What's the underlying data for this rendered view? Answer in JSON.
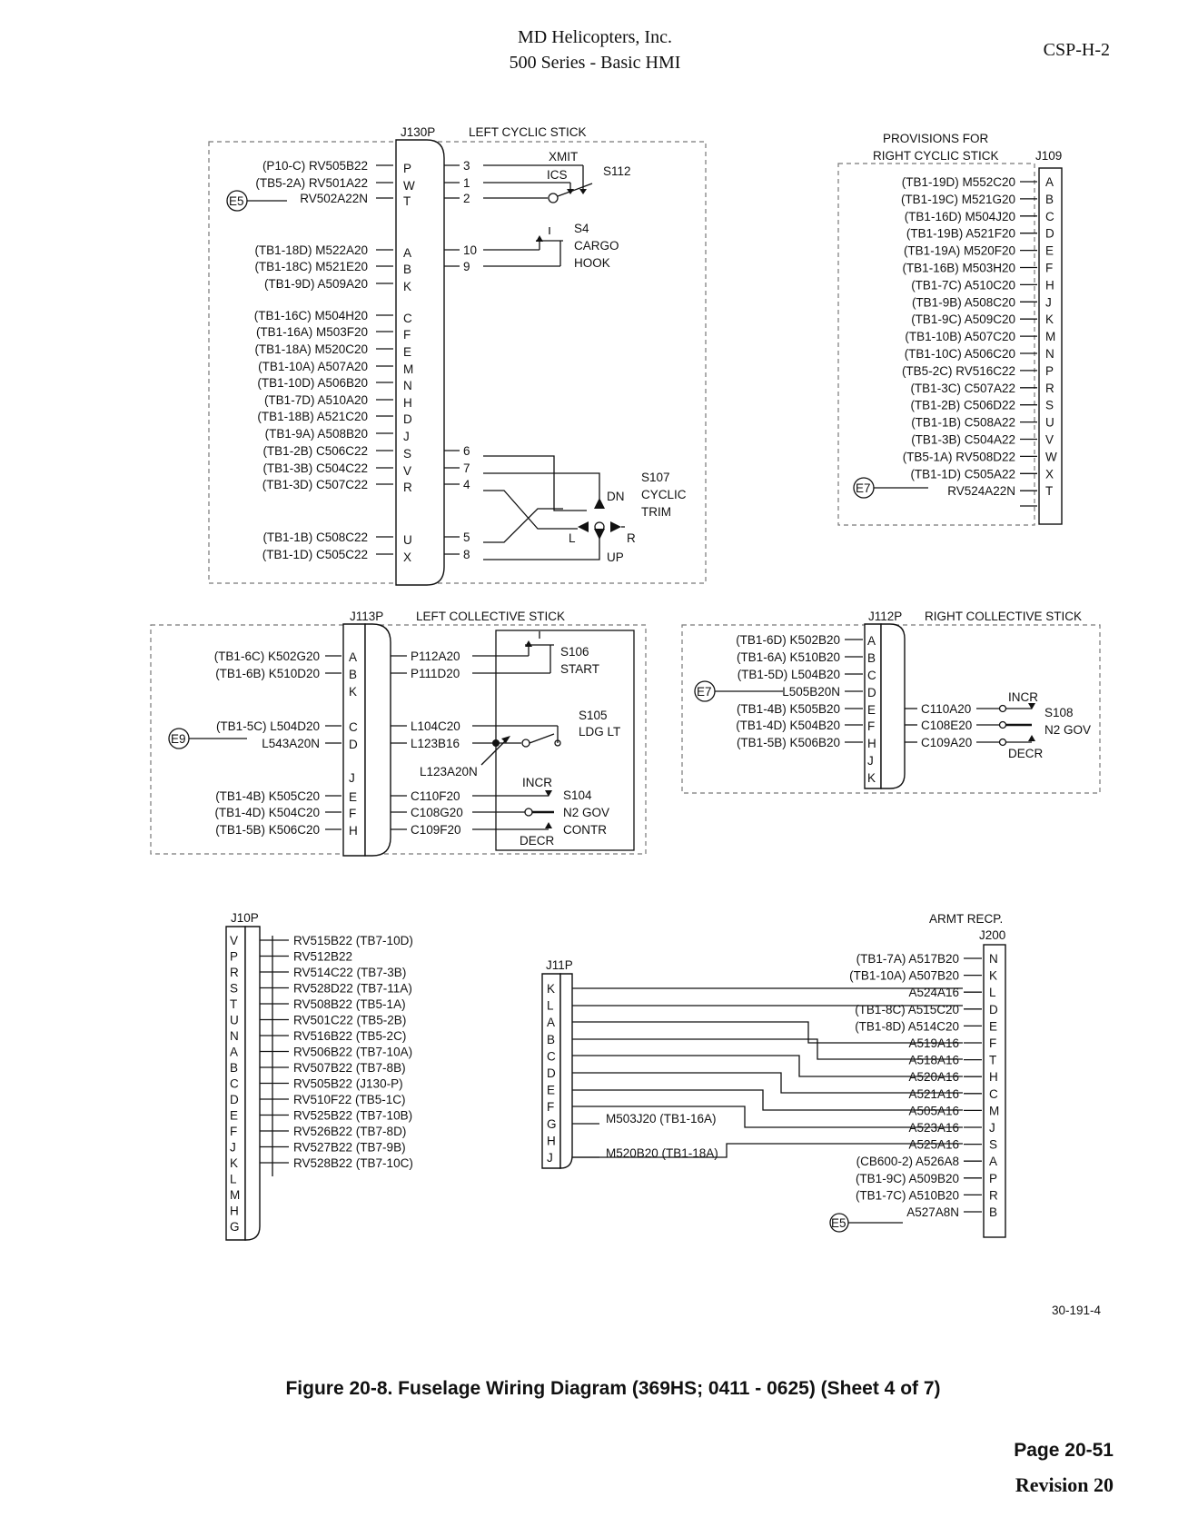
{
  "header": {
    "company": "MD Helicopters, Inc.",
    "series": "500 Series - Basic HMI",
    "doc_code": "CSP-H-2"
  },
  "j130p": {
    "connector": "J130P",
    "title": "LEFT CYCLIC STICK",
    "rows": [
      {
        "wire": "(P10-C) RV505B22",
        "pin": "P",
        "r": "3"
      },
      {
        "wire": "(TB5-2A) RV501A22",
        "pin": "W",
        "r": "1"
      },
      {
        "wire": "RV502A22N",
        "pin": "T",
        "r": "2"
      },
      {
        "wire": "(TB1-18D) M522A20",
        "pin": "A",
        "r": "10"
      },
      {
        "wire": "(TB1-18C) M521E20",
        "pin": "B",
        "r": "9"
      },
      {
        "wire": "(TB1-9D) A509A20",
        "pin": "K",
        "r": ""
      },
      {
        "wire": "(TB1-16C) M504H20",
        "pin": "C",
        "r": ""
      },
      {
        "wire": "(TB1-16A) M503F20",
        "pin": "F",
        "r": ""
      },
      {
        "wire": "(TB1-18A) M520C20",
        "pin": "E",
        "r": ""
      },
      {
        "wire": "(TB1-10A) A507A20",
        "pin": "M",
        "r": ""
      },
      {
        "wire": "(TB1-10D) A506B20",
        "pin": "N",
        "r": ""
      },
      {
        "wire": "(TB1-7D) A510A20",
        "pin": "H",
        "r": ""
      },
      {
        "wire": "(TB1-18B) A521C20",
        "pin": "D",
        "r": ""
      },
      {
        "wire": "(TB1-9A) A508B20",
        "pin": "J",
        "r": ""
      },
      {
        "wire": "(TB1-2B) C506C22",
        "pin": "S",
        "r": "6"
      },
      {
        "wire": "(TB1-3B) C504C22",
        "pin": "V",
        "r": "7"
      },
      {
        "wire": "(TB1-3D) C507C22",
        "pin": "R",
        "r": "4"
      },
      {
        "wire": "(TB1-1B) C508C22",
        "pin": "U",
        "r": "5"
      },
      {
        "wire": "(TB1-1D) C505C22",
        "pin": "X",
        "r": "8"
      }
    ],
    "ground": "E5",
    "xmit": "XMIT",
    "ics": "ICS",
    "s112": "S112",
    "s4": "S4",
    "cargo": "CARGO",
    "hook": "HOOK",
    "s107": "S107",
    "cyclic": "CYCLIC",
    "trim": "TRIM",
    "dn": "DN",
    "up": "UP",
    "l": "L",
    "r": "R"
  },
  "j109": {
    "title1": "PROVISIONS FOR",
    "title2": "RIGHT CYCLIC STICK",
    "connector": "J109",
    "ground": "E7",
    "rows": [
      {
        "wire": "(TB1-19D) M552C20",
        "pin": "A"
      },
      {
        "wire": "(TB1-19C) M521G20",
        "pin": "B"
      },
      {
        "wire": "(TB1-16D) M504J20",
        "pin": "C"
      },
      {
        "wire": "(TB1-19B) A521F20",
        "pin": "D"
      },
      {
        "wire": "(TB1-19A) M520F20",
        "pin": "E"
      },
      {
        "wire": "(TB1-16B) M503H20",
        "pin": "F"
      },
      {
        "wire": "(TB1-7C) A510C20",
        "pin": "H"
      },
      {
        "wire": "(TB1-9B) A508C20",
        "pin": "J"
      },
      {
        "wire": "(TB1-9C) A509C20",
        "pin": "K"
      },
      {
        "wire": "(TB1-10B) A507C20",
        "pin": "M"
      },
      {
        "wire": "(TB1-10C) A506C20",
        "pin": "N"
      },
      {
        "wire": "(TB5-2C) RV516C22",
        "pin": "P"
      },
      {
        "wire": "(TB1-3C) C507A22",
        "pin": "R"
      },
      {
        "wire": "(TB1-2B) C506D22",
        "pin": "S"
      },
      {
        "wire": "(TB1-1B) C508A22",
        "pin": "U"
      },
      {
        "wire": "(TB1-3B) C504A22",
        "pin": "V"
      },
      {
        "wire": "(TB5-1A) RV508D22",
        "pin": "W"
      },
      {
        "wire": "(TB1-1D) C505A22",
        "pin": "X"
      },
      {
        "wire": "RV524A22N",
        "pin": "T"
      }
    ]
  },
  "j113p": {
    "connector": "J113P",
    "title": "LEFT COLLECTIVE STICK",
    "ground": "E9",
    "rows": [
      {
        "wire": "(TB1-6C) K502G20",
        "pin": "A",
        "r": "P112A20"
      },
      {
        "wire": "(TB1-6B) K510D20",
        "pin": "B",
        "r": "P111D20"
      },
      {
        "wire": "",
        "pin": "K",
        "r": ""
      },
      {
        "wire": "(TB1-5C) L504D20",
        "pin": "C",
        "r": "L104C20"
      },
      {
        "wire": "L543A20N",
        "pin": "D",
        "r": "L123B16"
      },
      {
        "wire": "",
        "pin": "J",
        "r": ""
      },
      {
        "wire": "(TB1-4B) K505C20",
        "pin": "E",
        "r": "C110F20"
      },
      {
        "wire": "(TB1-4D) K504C20",
        "pin": "F",
        "r": "C108G20"
      },
      {
        "wire": "(TB1-5B) K506C20",
        "pin": "H",
        "r": "C109F20"
      }
    ],
    "s106": "S106",
    "start": "START",
    "s105": "S105",
    "ldglt": "LDG LT",
    "l123": "L123A20N",
    "incr": "INCR",
    "s104": "S104",
    "n2gov": "N2 GOV",
    "contr": "CONTR",
    "decr": "DECR"
  },
  "j112p": {
    "connector": "J112P",
    "title": "RIGHT COLLECTIVE STICK",
    "ground": "E7",
    "rows": [
      {
        "wire": "(TB1-6D) K502B20",
        "pin": "A",
        "r": ""
      },
      {
        "wire": "(TB1-6A) K510B20",
        "pin": "B",
        "r": ""
      },
      {
        "wire": "(TB1-5D) L504B20",
        "pin": "C",
        "r": ""
      },
      {
        "wire": "L505B20N",
        "pin": "D",
        "r": ""
      },
      {
        "wire": "(TB1-4B) K505B20",
        "pin": "E",
        "r": "C110A20"
      },
      {
        "wire": "(TB1-4D) K504B20",
        "pin": "F",
        "r": "C108E20"
      },
      {
        "wire": "(TB1-5B) K506B20",
        "pin": "H",
        "r": "C109A20"
      },
      {
        "wire": "",
        "pin": "J",
        "r": ""
      },
      {
        "wire": "",
        "pin": "K",
        "r": ""
      }
    ],
    "incr": "INCR",
    "s108": "S108",
    "n2gov": "N2 GOV",
    "decr": "DECR"
  },
  "j10p": {
    "connector": "J10P",
    "pins": [
      "V",
      "P",
      "R",
      "S",
      "T",
      "U",
      "N",
      "A",
      "B",
      "C",
      "D",
      "E",
      "F",
      "J",
      "K",
      "L",
      "M",
      "H",
      "G"
    ],
    "wires": [
      "RV515B22 (TB7-10D)",
      "RV512B22",
      "RV514C22 (TB7-3B)",
      "RV528D22 (TB7-11A)",
      "RV508B22 (TB5-1A)",
      "RV501C22 (TB5-2B)",
      "RV516B22 (TB5-2C)",
      "RV506B22 (TB7-10A)",
      "RV507B22 (TB7-8B)",
      "RV505B22 (J130-P)",
      "RV510F22 (TB5-1C)",
      "RV525B22 (TB7-10B)",
      "RV526B22 (TB7-8D)",
      "RV527B22 (TB7-9B)",
      "RV528B22 (TB7-10C)"
    ]
  },
  "j11p": {
    "connector": "J11P",
    "pins": [
      "K",
      "L",
      "A",
      "B",
      "C",
      "D",
      "E",
      "F",
      "G",
      "H",
      "J"
    ],
    "g_wire": "M503J20 (TB1-16A)",
    "j_wire": "M520B20 (TB1-18A)"
  },
  "j200": {
    "title": "ARMT RECP.",
    "connector": "J200",
    "ground": "E5",
    "rows": [
      {
        "wire": "(TB1-7A) A517B20",
        "pin": "N"
      },
      {
        "wire": "(TB1-10A) A507B20",
        "pin": "K"
      },
      {
        "wire": "A524A16",
        "pin": "L"
      },
      {
        "wire": "(TB1-8C) A515C20",
        "pin": "D"
      },
      {
        "wire": "(TB1-8D) A514C20",
        "pin": "E"
      },
      {
        "wire": "A519A16",
        "pin": "F"
      },
      {
        "wire": "A518A16",
        "pin": "T"
      },
      {
        "wire": "A520A16",
        "pin": "H"
      },
      {
        "wire": "A521A16",
        "pin": "C"
      },
      {
        "wire": "A505A16",
        "pin": "M"
      },
      {
        "wire": "A523A16",
        "pin": "J"
      },
      {
        "wire": "A525A16",
        "pin": "S"
      },
      {
        "wire": "(CB600-2) A526A8",
        "pin": "A"
      },
      {
        "wire": "(TB1-9C) A509B20",
        "pin": "P"
      },
      {
        "wire": "(TB1-7C) A510B20",
        "pin": "R"
      },
      {
        "wire": "A527A8N",
        "pin": "B"
      }
    ]
  },
  "footer": {
    "drawing_no": "30-191-4",
    "caption": "Figure  20-8.  Fuselage Wiring Diagram (369HS; 0411 - 0625) (Sheet 4 of 7)",
    "page": "Page  20-51",
    "revision": "Revision 20"
  }
}
